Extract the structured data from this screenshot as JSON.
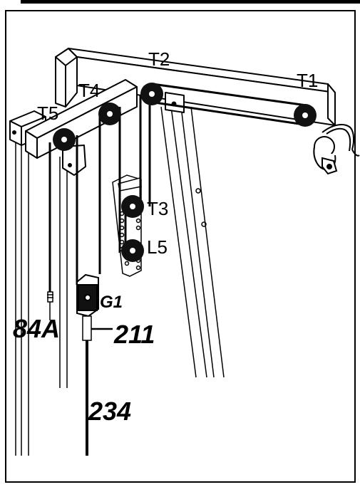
{
  "labels": {
    "t1": "T1",
    "t2": "T2",
    "t3": "T3",
    "t4": "T4",
    "t5": "T5",
    "l5": "L5",
    "g1": "G1",
    "p84a": "84A",
    "p211": "211",
    "p234": "234"
  }
}
